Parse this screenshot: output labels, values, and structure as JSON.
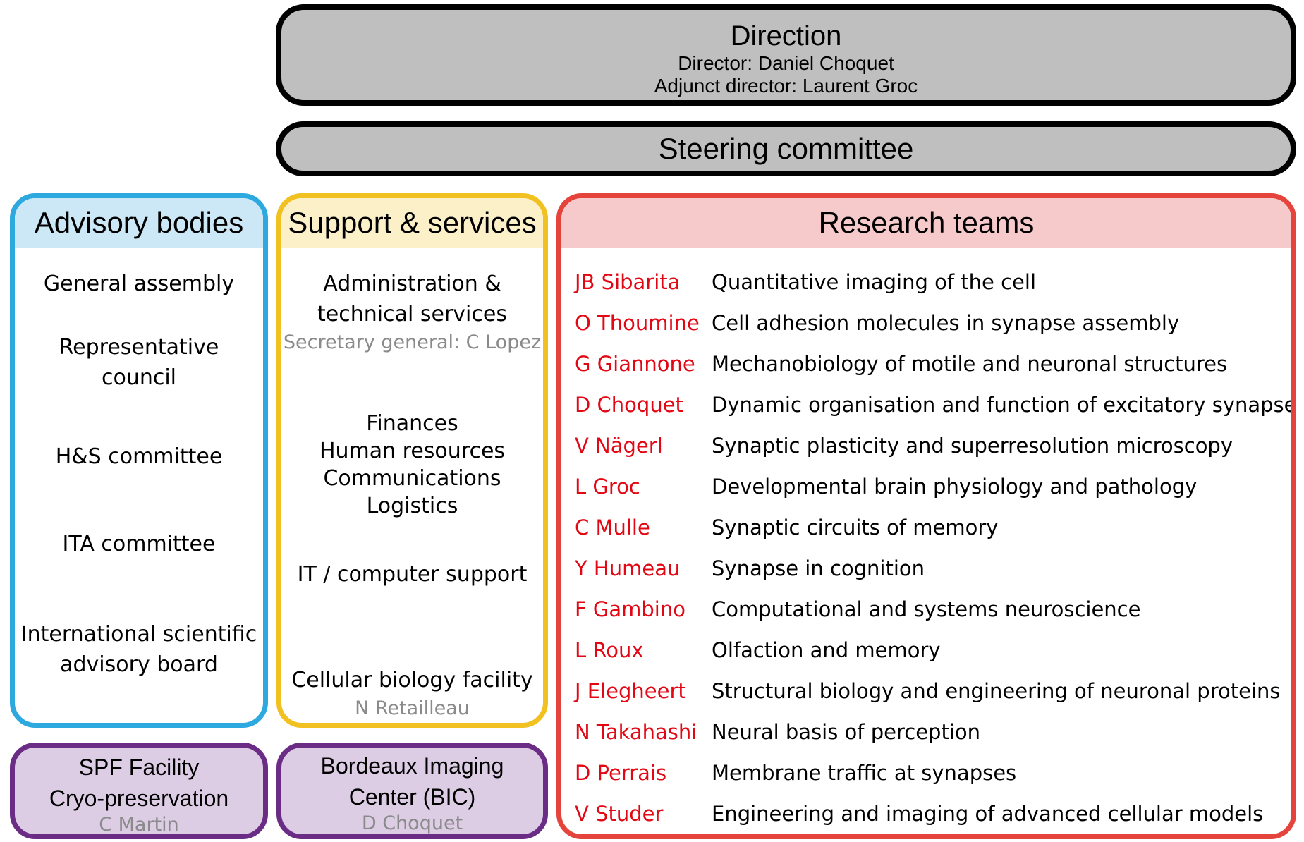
{
  "direction": {
    "title": "Direction",
    "director": "Director: Daniel Choquet",
    "adjunct": "Adjunct director: Laurent Groc"
  },
  "steering": {
    "title": "Steering committee"
  },
  "advisory": {
    "title": "Advisory bodies",
    "items": [
      [
        "General assembly"
      ],
      [
        "Representative",
        "council"
      ],
      [
        "H&S committee"
      ],
      [
        "ITA committee"
      ],
      [
        "International scientific",
        "advisory board"
      ]
    ]
  },
  "support": {
    "title": "Support & services",
    "admin": [
      "Administration &",
      "technical services"
    ],
    "secretary": "Secretary general: C Lopez",
    "services": [
      "Finances",
      "Human resources",
      "Communications",
      "Logistics"
    ],
    "it": "IT / computer support",
    "cellbio": "Cellular biology facility",
    "cellbio_lead": "N Retailleau"
  },
  "spf": {
    "line1": "SPF Facility",
    "line2": "Cryo-preservation",
    "lead": "C Martin"
  },
  "bic": {
    "line1": "Bordeaux Imaging",
    "line2": "Center (BIC)",
    "lead": "D Choquet"
  },
  "research": {
    "title": "Research teams",
    "teams": [
      {
        "pi": "JB Sibarita",
        "topic": "Quantitative imaging of the cell"
      },
      {
        "pi": "O Thoumine",
        "topic": "Cell adhesion molecules in synapse assembly"
      },
      {
        "pi": "G Giannone",
        "topic": "Mechanobiology of motile and neuronal structures"
      },
      {
        "pi": "D Choquet",
        "topic": "Dynamic organisation and function of excitatory synapses"
      },
      {
        "pi": "V Nägerl",
        "topic": "Synaptic plasticity and superresolution microscopy"
      },
      {
        "pi": "L Groc",
        "topic": "Developmental brain physiology and pathology"
      },
      {
        "pi": "C Mulle",
        "topic": "Synaptic circuits of memory"
      },
      {
        "pi": "Y Humeau",
        "topic": "Synapse in cognition"
      },
      {
        "pi": "F Gambino",
        "topic": "Computational and systems neuroscience"
      },
      {
        "pi": "L Roux",
        "topic": "Olfaction and memory"
      },
      {
        "pi": "J Elegheert",
        "topic": "Structural biology and engineering of neuronal proteins"
      },
      {
        "pi": "N Takahashi",
        "topic": "Neural basis of perception"
      },
      {
        "pi": "D Perrais",
        "topic": "Membrane traffic at synapses"
      },
      {
        "pi": "V Studer",
        "topic": "Engineering and imaging of advanced cellular models"
      }
    ]
  },
  "colors": {
    "advisory_border": "#2ea9e0",
    "support_border": "#f1c021",
    "research_border": "#e5443c",
    "facility_border": "#6b2c86",
    "pi_text": "#e30613"
  }
}
